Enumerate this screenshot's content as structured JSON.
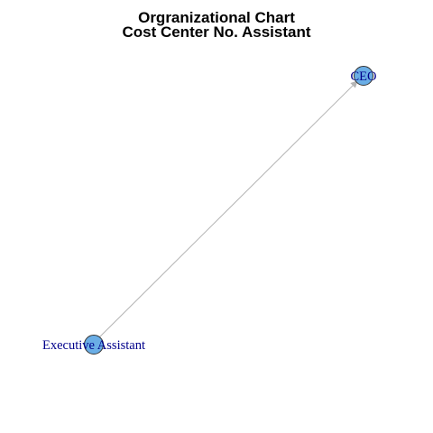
{
  "title": "Orgranizational Chart",
  "subtitle": "Cost Center No. Assistant",
  "colors": {
    "node_fill": "#6aaee6",
    "node_stroke": "#333333",
    "edge": "#b5b5b5",
    "label": "#00008b"
  },
  "graph": {
    "nodes": [
      {
        "id": "ceo",
        "label": "CEO"
      },
      {
        "id": "exec-assistant",
        "label": "Executive Assistant"
      }
    ],
    "edges": [
      {
        "from": "exec-assistant",
        "to": "ceo",
        "directed": true
      }
    ]
  }
}
